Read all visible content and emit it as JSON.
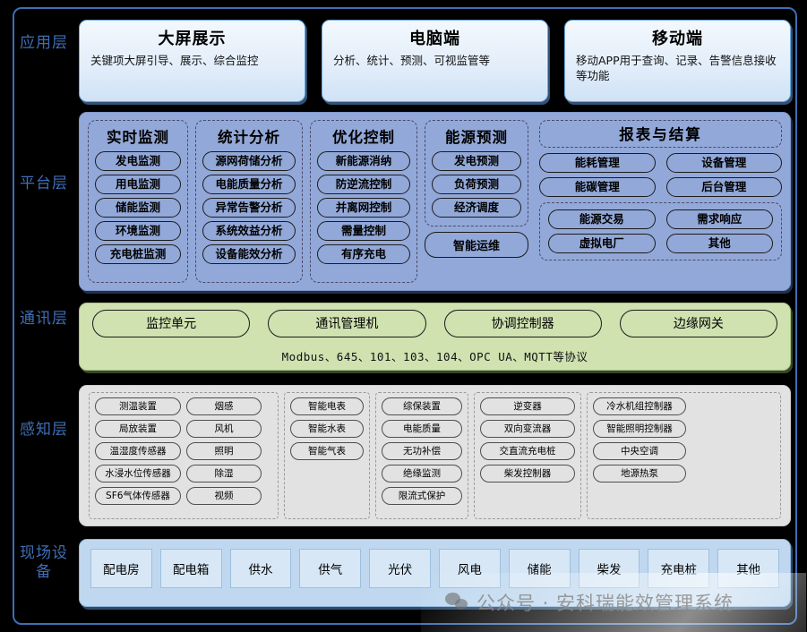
{
  "layers": [
    {
      "id": "application",
      "label": "应用层"
    },
    {
      "id": "platform",
      "label": "平台层"
    },
    {
      "id": "communication",
      "label": "通讯层"
    },
    {
      "id": "perception",
      "label": "感知层"
    },
    {
      "id": "field",
      "label": "现场设备"
    }
  ],
  "application": {
    "cards": [
      {
        "title": "大屏展示",
        "desc": "关键项大屏引导、展示、综合监控"
      },
      {
        "title": "电脑端",
        "desc": "分析、统计、预测、可视监管等"
      },
      {
        "title": "移动端",
        "desc": "移动APP用于查询、记录、告警信息接收等功能"
      }
    ]
  },
  "platform": {
    "groups": [
      {
        "title": "实时监测",
        "items": [
          "发电监测",
          "用电监测",
          "储能监测",
          "环境监测",
          "充电桩监测"
        ]
      },
      {
        "title": "统计分析",
        "items": [
          "源网荷储分析",
          "电能质量分析",
          "异常告警分析",
          "系统效益分析",
          "设备能效分析"
        ]
      },
      {
        "title": "优化控制",
        "items": [
          "新能源消纳",
          "防逆流控制",
          "并离网控制",
          "需量控制",
          "有序充电"
        ]
      },
      {
        "title": "能源预测",
        "items": [
          "发电预测",
          "负荷预测",
          "经济调度"
        ]
      }
    ],
    "standalone": "智能运维",
    "report": {
      "title": "报表与结算",
      "items": [
        "能耗管理",
        "设备管理",
        "能碳管理",
        "后台管理"
      ],
      "extra": [
        "能源交易",
        "需求响应",
        "虚拟电厂",
        "其他"
      ]
    }
  },
  "communication": {
    "items": [
      "监控单元",
      "通讯管理机",
      "协调控制器",
      "边缘网关"
    ],
    "protocols": "Modbus、645、101、103、104、OPC UA、MQTT等协议"
  },
  "perception": {
    "groups": [
      {
        "columns": [
          [
            "测温装置",
            "局放装置",
            "温湿度传感器",
            "水浸水位传感器",
            "SF6气体传感器"
          ],
          [
            "烟感",
            "风机",
            "照明",
            "除湿",
            "视频"
          ]
        ]
      },
      {
        "columns": [
          [
            "智能电表",
            "智能水表",
            "智能气表"
          ]
        ]
      },
      {
        "columns": [
          [
            "综保装置",
            "电能质量",
            "无功补偿",
            "绝缘监测",
            "限流式保护"
          ]
        ]
      },
      {
        "columns": [
          [
            "逆变器",
            "双向变流器",
            "交直流充电桩",
            "柴发控制器"
          ]
        ]
      },
      {
        "columns": [
          [
            "冷水机组控制器",
            "智能照明控制器",
            "中央空调",
            "地源热泵"
          ]
        ]
      }
    ]
  },
  "field": {
    "items": [
      "配电房",
      "配电箱",
      "供水",
      "供气",
      "光伏",
      "风电",
      "储能",
      "柴发",
      "充电桩",
      "其他"
    ]
  },
  "watermark": {
    "text": "公众号 · 安科瑞能效管理系统"
  },
  "colors": {
    "frame_border": "#3c6fb4",
    "platform_bg": "#92a8d8",
    "communication_bg": "#cfe2b0",
    "perception_bg": "#e2e2e2",
    "field_bg": "#bfd8ef",
    "layer_label": "#3f6eb5"
  }
}
